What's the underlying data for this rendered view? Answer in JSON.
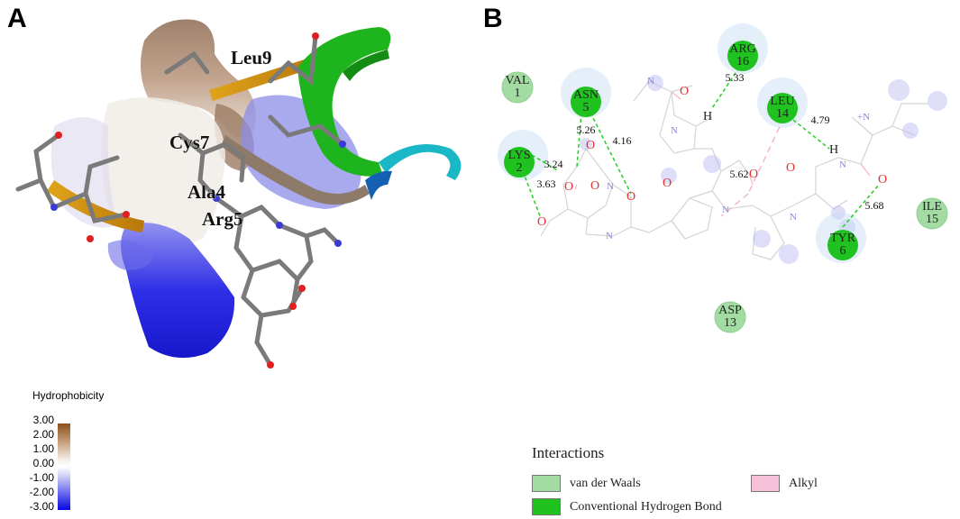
{
  "panels": {
    "a": "A",
    "b": "B"
  },
  "scene": {
    "residue_labels": [
      "Leu9",
      "Cys7",
      "Ala4",
      "Arg5"
    ]
  },
  "hydrophobicity": {
    "title": "Hydrophobicity",
    "ticks": [
      "3.00",
      "2.00",
      "1.00",
      "0.00",
      "-1.00",
      "-2.00",
      "-3.00"
    ],
    "colors": {
      "max": "#8a4f1f",
      "zero": "#ffffff",
      "min": "#0707e0"
    }
  },
  "residues": [
    {
      "id": "val1",
      "name": "VAL",
      "num": "1",
      "type": "vdw"
    },
    {
      "id": "asn5",
      "name": "ASN",
      "num": "5",
      "type": "hbond"
    },
    {
      "id": "arg16",
      "name": "ARG",
      "num": "16",
      "type": "hbond"
    },
    {
      "id": "leu14",
      "name": "LEU",
      "num": "14",
      "type": "hbond"
    },
    {
      "id": "lys2",
      "name": "LYS",
      "num": "2",
      "type": "hbond"
    },
    {
      "id": "ile15",
      "name": "ILE",
      "num": "15",
      "type": "vdw"
    },
    {
      "id": "tyr6",
      "name": "TYR",
      "num": "6",
      "type": "hbond"
    },
    {
      "id": "asp13",
      "name": "ASP",
      "num": "13",
      "type": "vdw"
    }
  ],
  "distances": [
    "5.33",
    "5.26",
    "4.16",
    "3.24",
    "3.63",
    "4.79",
    "5.62",
    "5.68"
  ],
  "atoms": [
    "N",
    "O",
    "H",
    "H",
    "N",
    "O",
    "O",
    "O",
    "O",
    "O",
    "O",
    "N",
    "O",
    "N",
    "O",
    "N",
    "N",
    "+N",
    "N",
    "O"
  ],
  "legend": {
    "title": "Interactions",
    "items": [
      {
        "label": "van der Waals",
        "color": "#a2dca2"
      },
      {
        "label": "Conventional Hydrogen Bond",
        "color": "#1fc21f"
      },
      {
        "label": "Alkyl",
        "color": "#f7c2d9"
      }
    ]
  },
  "colors": {
    "vdw": "#a2dca2",
    "hbond": "#1fc21f",
    "hbond_line": "#2fcf2f",
    "alkyl_line": "#f2b9cf"
  }
}
